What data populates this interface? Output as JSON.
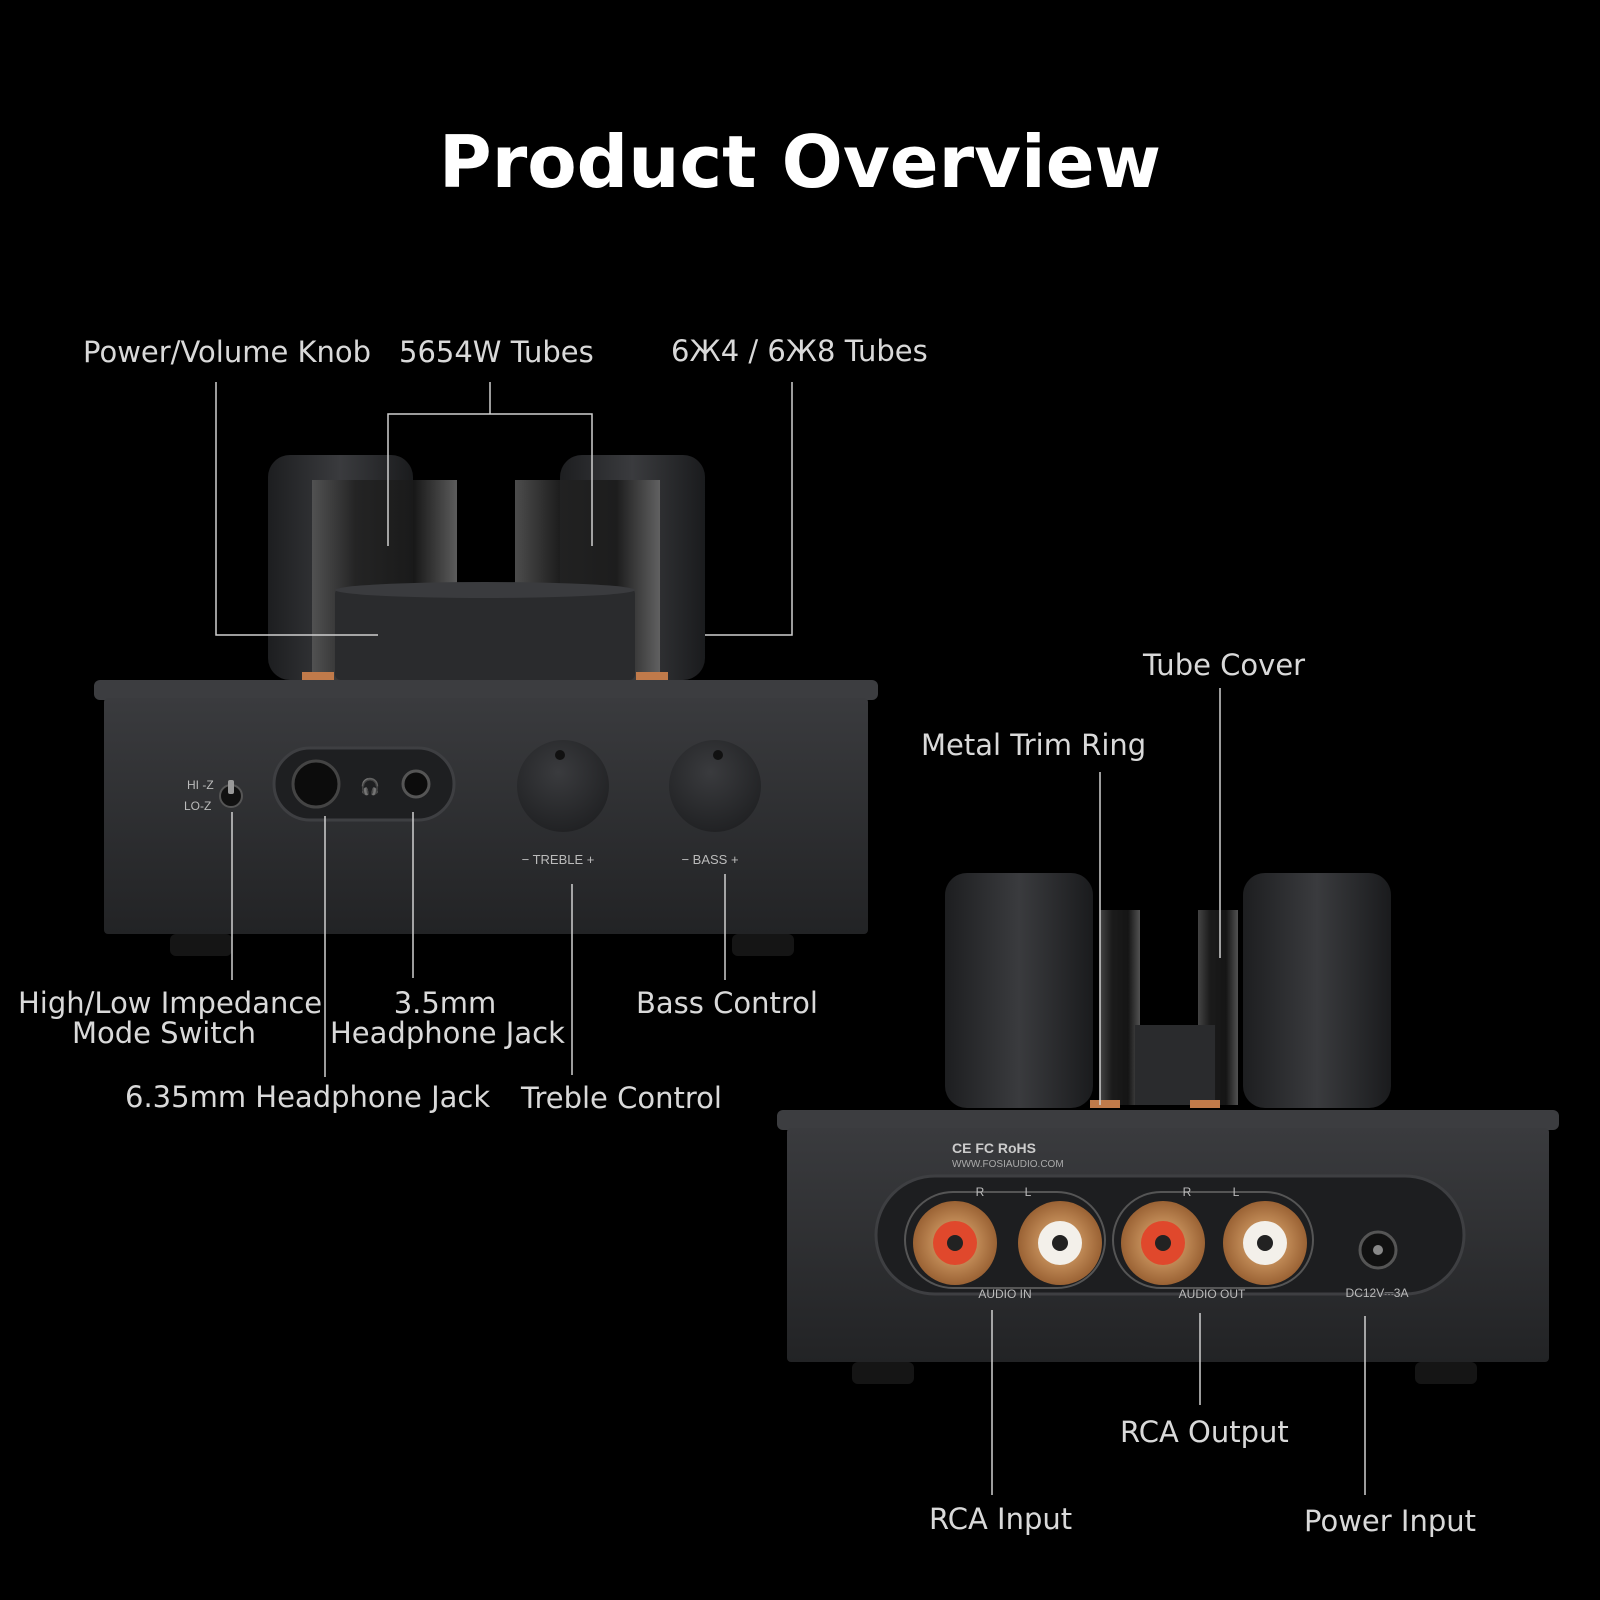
{
  "title": "Product Overview",
  "callouts": {
    "power_volume_knob": "Power/Volume Knob",
    "tubes_5654w": "5654W Tubes",
    "tubes_6zh": "6Ж4 / 6Ж8 Tubes",
    "impedance_switch_line1": "High/Low Impedance",
    "impedance_switch_line2": "Mode Switch",
    "jack_35_line1": "3.5mm",
    "jack_35_line2": "Headphone Jack",
    "jack_635": "6.35mm Headphone Jack",
    "bass_control": "Bass Control",
    "treble_control": "Treble Control",
    "tube_cover": "Tube Cover",
    "metal_trim_ring": "Metal Trim Ring",
    "rca_output": "RCA Output",
    "rca_input": "RCA Input",
    "power_input": "Power Input"
  },
  "front_panel": {
    "hi_z": "HI -Z",
    "lo_z": "LO-Z",
    "treble": "− TREBLE +",
    "bass": "− BASS +"
  },
  "rear_panel": {
    "certifications": "CE FC RoHS",
    "website": "WWW.FOSIAUDIO.COM",
    "right": "R",
    "left": "L",
    "audio_in": "AUDIO IN",
    "audio_out": "AUDIO OUT",
    "dc_rating": "DC12V⎓3A"
  },
  "colors": {
    "background": "#000000",
    "chassis": "#2b2c2e",
    "leader_line": "#cfcfcf",
    "rca_red": "#e0482c",
    "rca_gold": "#c58a4f"
  }
}
